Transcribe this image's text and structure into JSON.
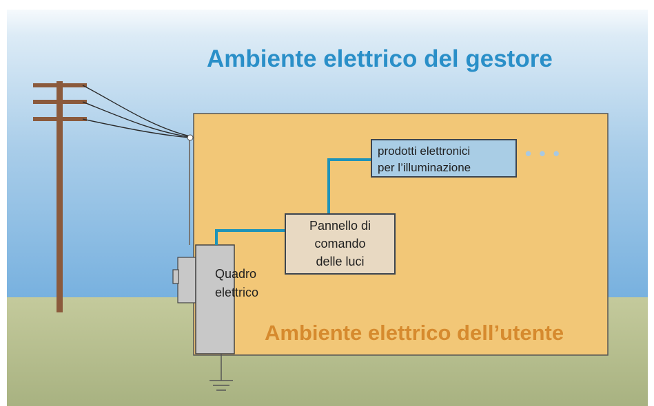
{
  "diagram": {
    "operator_environment_label": "Ambiente elettrico del gestore",
    "user_environment_label": "Ambiente elettrico dell’utente",
    "products_box": {
      "line1": "prodotti elettronici",
      "line2": "per l’illuminazione"
    },
    "control_panel_box": {
      "line1": "Pannello di",
      "line2": "comando",
      "line3": "delle luci"
    },
    "electrical_panel": {
      "line1": "Quadro",
      "line2": "elettrico"
    },
    "ellipsis": "• • •"
  },
  "colors": {
    "sky_top": "#ffffff",
    "sky_bottom": "#7fb6e2",
    "ground": "#b3bd8c",
    "user_area_fill": "#f2c777",
    "operator_title": "#2a8fc8",
    "user_title": "#d68a2e",
    "products_fill": "#a9cde5",
    "panel_fill": "#e8d9c2",
    "quadro_fill": "#c8c8c8",
    "cable": "#1f93b8",
    "pole": "#8b5a3c"
  },
  "icons": [
    "utility-pole-icon",
    "power-line-icon",
    "ground-symbol-icon"
  ]
}
